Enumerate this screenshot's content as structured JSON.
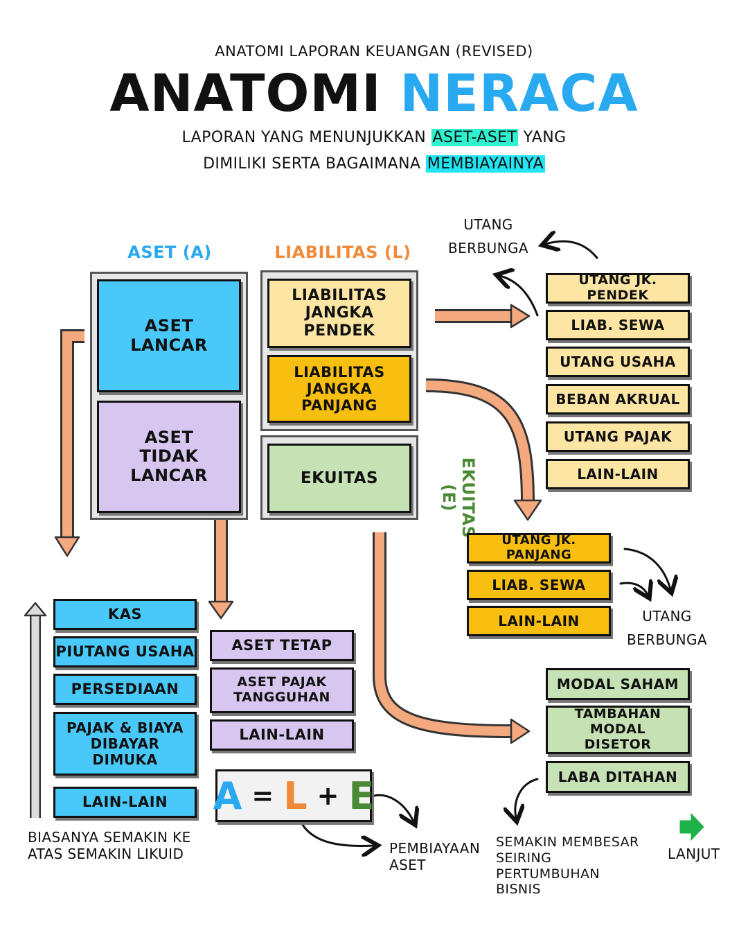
{
  "header": {
    "supertitle": "ANATOMI LAPORAN KEUANGAN (REVISED)",
    "title_part1": "ANATOMI",
    "title_part2": "NERACA",
    "subtitle_l1_a": "LAPORAN YANG MENUNJUKKAN",
    "subtitle_l1_hl": "ASET-ASET",
    "subtitle_l1_b": "YANG",
    "subtitle_l2_a": "DIMILIKI SERTA BAGAIMANA",
    "subtitle_l2_hl": "MEMBIAYAINYA"
  },
  "columns": {
    "aset": "ASET (A)",
    "liabilitas": "LIABILITAS (L)",
    "ekuitas": "EKUITAS (E)"
  },
  "main_boxes": {
    "aset_lancar_l1": "ASET",
    "aset_lancar_l2": "LANCAR",
    "aset_tidak_lancar_l1": "ASET",
    "aset_tidak_lancar_l2": "TIDAK LANCAR",
    "liab_pendek_l1": "LIABILITAS",
    "liab_pendek_l2": "JANGKA PENDEK",
    "liab_panjang_l1": "LIABILITAS",
    "liab_panjang_l2": "JANGKA PANJANG",
    "ekuitas": "EKUITAS"
  },
  "current_assets": [
    "KAS",
    "PIUTANG USAHA",
    "PERSEDIAAN",
    "PAJAK & BIAYA",
    "DIBAYAR DIMUKA",
    "LAIN-LAIN"
  ],
  "noncurrent_assets": [
    "ASET TETAP",
    "ASET PAJAK",
    "TANGGUHAN",
    "LAIN-LAIN"
  ],
  "short_liabilities": [
    "UTANG JK. PENDEK",
    "LIAB. SEWA",
    "UTANG USAHA",
    "BEBAN AKRUAL",
    "UTANG PAJAK",
    "LAIN-LAIN"
  ],
  "long_liabilities": [
    "UTANG JK. PANJANG",
    "LIAB. SEWA",
    "LAIN-LAIN"
  ],
  "equity_items": [
    "MODAL SAHAM",
    "TAMBAHAN MODAL",
    "DISETOR",
    "LABA DITAHAN"
  ],
  "equation": {
    "a": "A",
    "eq": "=",
    "l": "L",
    "plus": "+",
    "e": "E"
  },
  "notes": {
    "utang_berbunga_top_l1": "UTANG",
    "utang_berbunga_top_l2": "BERBUNGA",
    "utang_berbunga_mid_l1": "UTANG",
    "utang_berbunga_mid_l2": "BERBUNGA",
    "likuid_l1": "BIASANYA SEMAKIN KE",
    "likuid_l2": "ATAS SEMAKIN LIKUID",
    "pembiayaan_l1": "PEMBIAYAAN",
    "pembiayaan_l2": "ASET",
    "membesar_l1": "SEMAKIN MEMBESAR",
    "membesar_l2": "SEIRING PERTUMBUHAN",
    "membesar_l3": "BISNIS",
    "lanjut": "LANJUT"
  },
  "colors": {
    "aset": "#48c9f9",
    "aset_tidak_lancar": "#d7c6ef",
    "liab_pendek": "#fde6a4",
    "liab_panjang": "#f8bf10",
    "ekuitas": "#c6e2b4",
    "flow_arrow": "#f4a97f",
    "title_blue": "#29a9ef",
    "liab_orange": "#f08a3a",
    "ekuitas_green": "#4b8a35",
    "lanjut_arrow": "#1fb24a"
  }
}
